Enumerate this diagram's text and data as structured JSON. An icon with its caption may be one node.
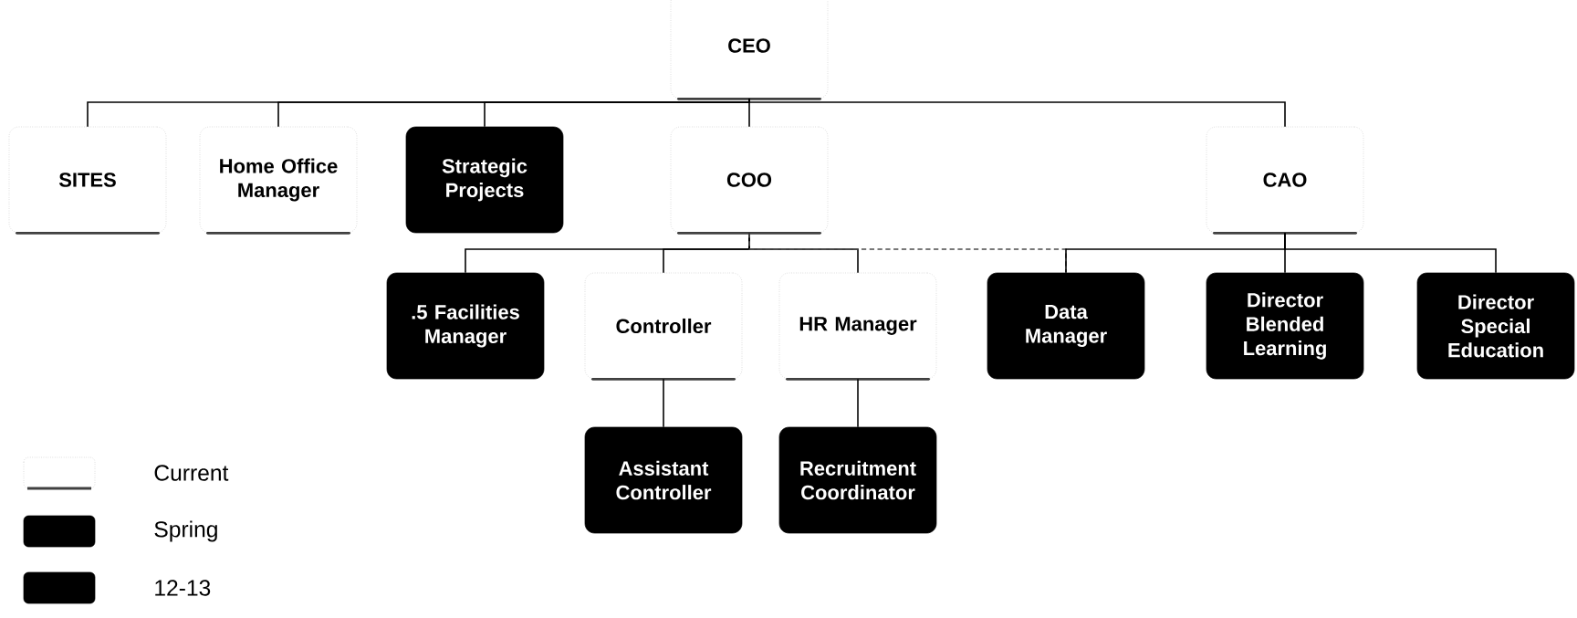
{
  "diagram": {
    "nodes": [
      {
        "text": [
          "CEO"
        ]
      },
      {
        "text": [
          "SITES"
        ]
      },
      {
        "text": [
          "Home Office Manager"
        ]
      },
      {
        "text": [
          "Strategic Projects"
        ]
      },
      {
        "text": [
          "COO"
        ]
      },
      {
        "text": [
          "CAO"
        ]
      },
      {
        "text": [
          ".5 Facilities Manager"
        ]
      },
      {
        "text": [
          "Controller"
        ]
      },
      {
        "text": [
          "HR Manager"
        ]
      },
      {
        "text": [
          "Data Manager"
        ]
      },
      {
        "text": [
          "Director Blended Learning"
        ]
      },
      {
        "text": [
          "Director Special Education"
        ]
      },
      {
        "text": [
          "Assistant Controller"
        ]
      },
      {
        "text": [
          "Recruitment Coordinator"
        ]
      }
    ],
    "edges": [
      {
        "from": 0,
        "to": 1,
        "arrow": "none"
      },
      {
        "from": 0,
        "to": 2,
        "arrow": "none"
      },
      {
        "from": 0,
        "to": 3,
        "arrow": "none"
      },
      {
        "from": 0,
        "to": 4,
        "arrow": "none"
      },
      {
        "from": 0,
        "to": 5,
        "arrow": "none"
      },
      {
        "from": 4,
        "to": 6,
        "arrow": "none"
      },
      {
        "from": 4,
        "to": 7,
        "arrow": "none"
      },
      {
        "from": 4,
        "to": 8,
        "arrow": "none"
      },
      {
        "from": 4,
        "to": 9,
        "arrow": "none",
        "style": "dashed"
      },
      {
        "from": 5,
        "to": 9,
        "arrow": "none"
      },
      {
        "from": 5,
        "to": 10,
        "arrow": "none"
      },
      {
        "from": 5,
        "to": 11,
        "arrow": "none"
      },
      {
        "from": 7,
        "to": 12,
        "arrow": "none"
      },
      {
        "from": 8,
        "to": 13,
        "arrow": "none"
      }
    ],
    "legend": [
      {
        "text": "Current"
      },
      {
        "text": "Spring",
        "color": "#000000"
      },
      {
        "text": "12-13",
        "color": "#000000"
      }
    ]
  }
}
